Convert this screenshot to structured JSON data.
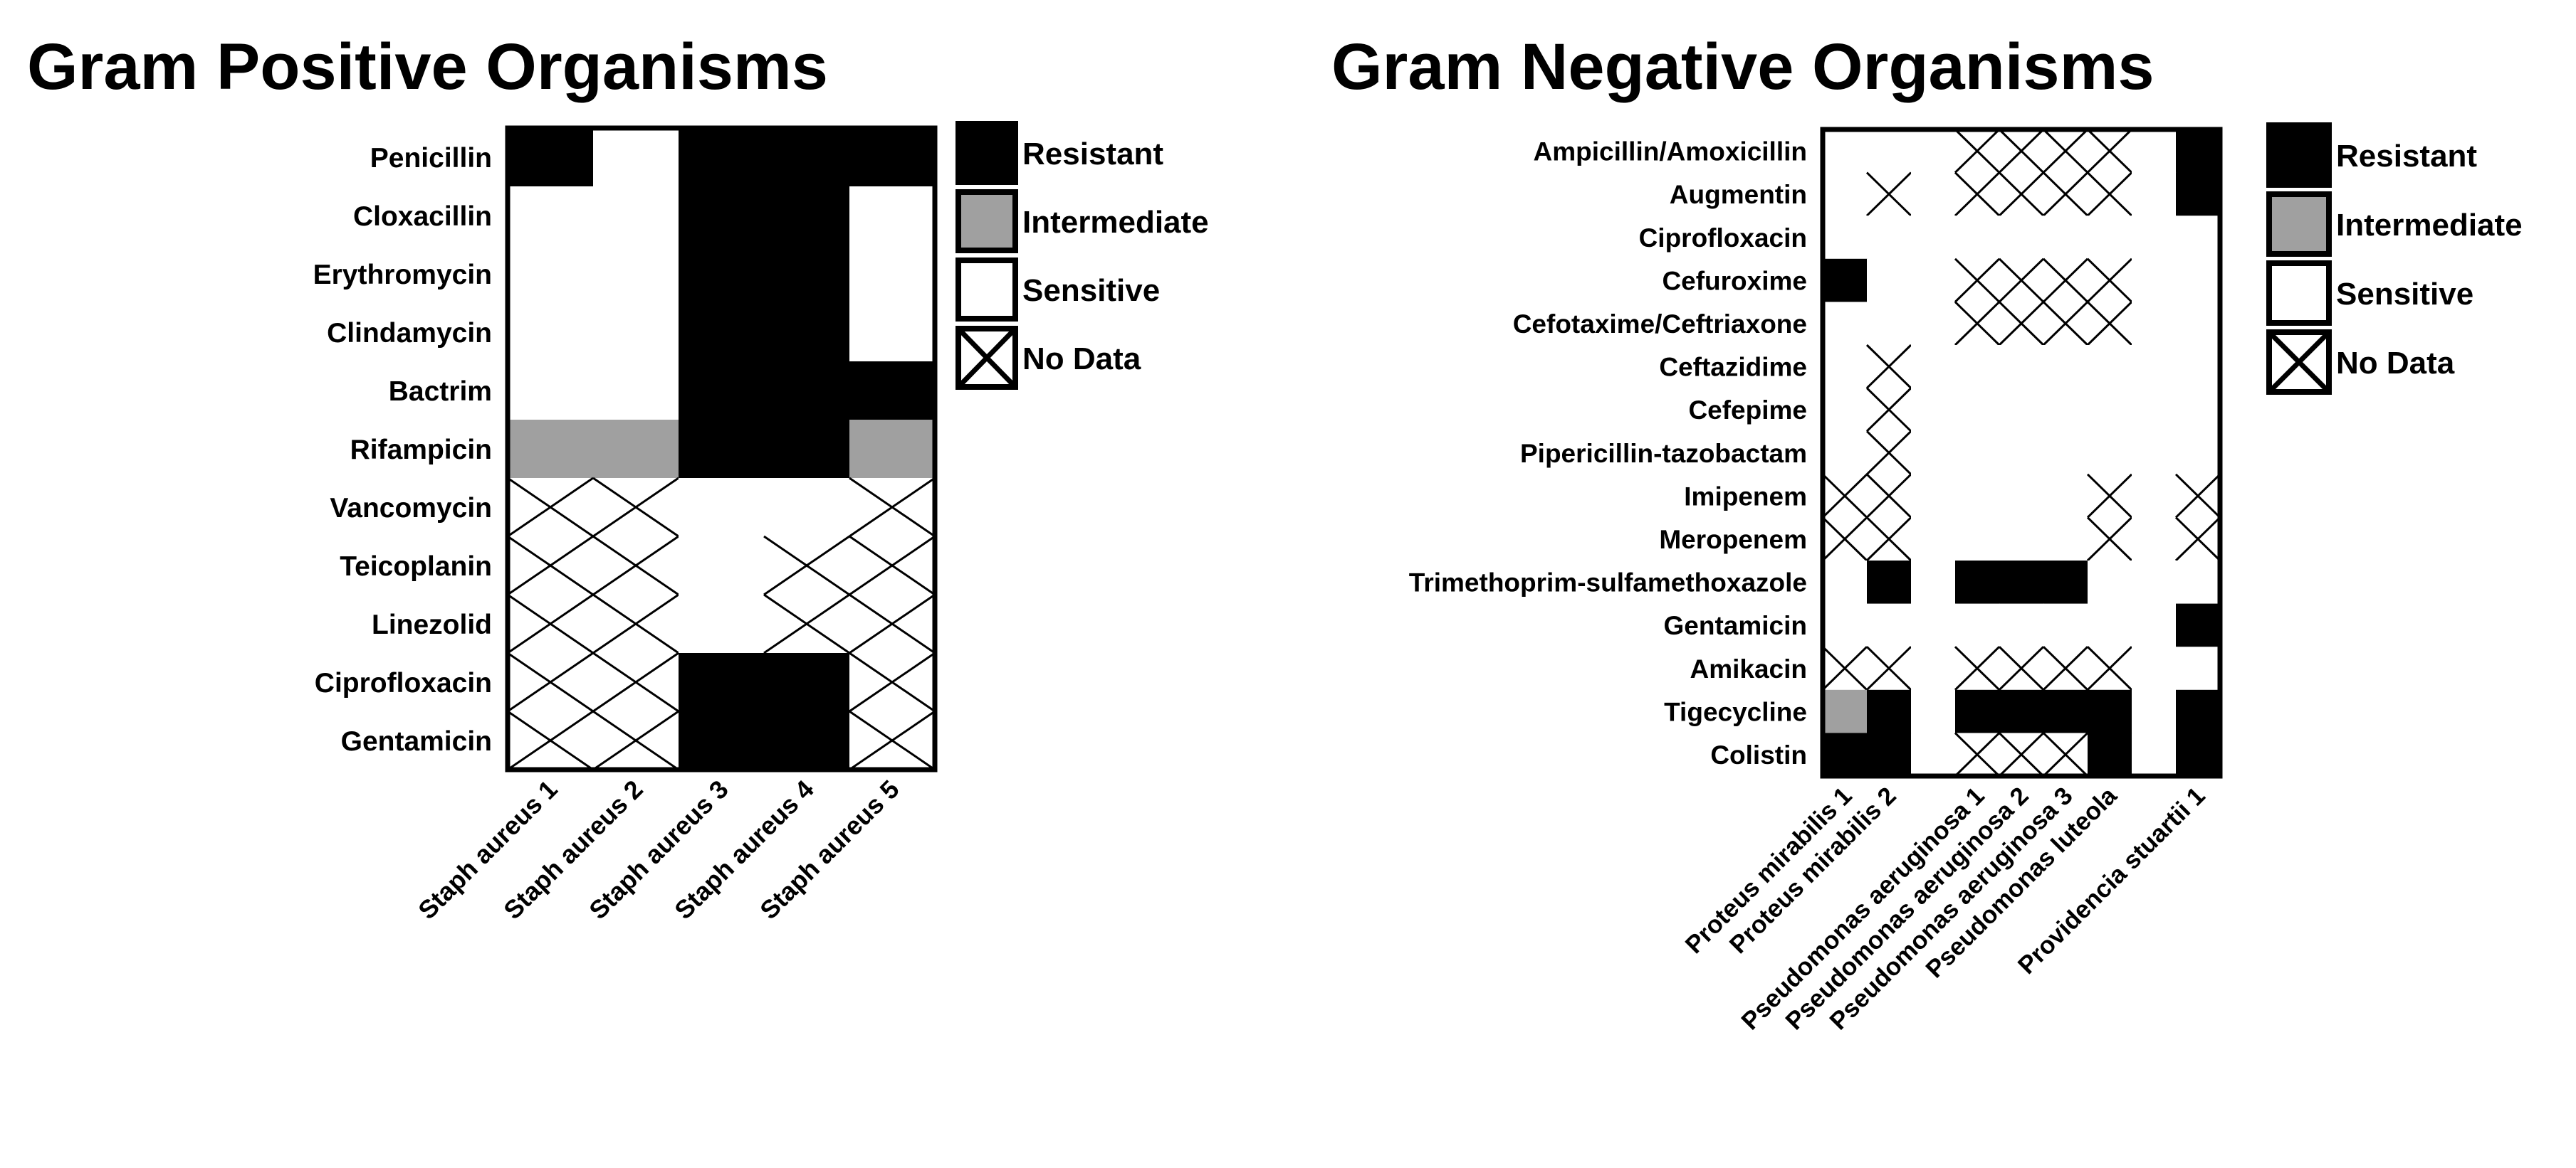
{
  "chart_data": [
    {
      "type": "heatmap",
      "title": "Gram Positive Organisms",
      "rows": [
        "Penicillin",
        "Cloxacillin",
        "Erythromycin",
        "Clindamycin",
        "Bactrim",
        "Rifampicin",
        "Vancomycin",
        "Teicoplanin",
        "Linezolid",
        "Ciprofloxacin",
        "Gentamicin"
      ],
      "columns": [
        "Staph aureus 1",
        "Staph aureus 2",
        "Staph aureus 3",
        "Staph aureus 4",
        "Staph aureus 5"
      ],
      "values": [
        [
          "R",
          "S",
          "R",
          "R",
          "R"
        ],
        [
          "S",
          "S",
          "R",
          "R",
          "S"
        ],
        [
          "S",
          "S",
          "R",
          "R",
          "S"
        ],
        [
          "S",
          "S",
          "R",
          "R",
          "S"
        ],
        [
          "S",
          "S",
          "R",
          "R",
          "R"
        ],
        [
          "I",
          "I",
          "R",
          "R",
          "I"
        ],
        [
          "N",
          "N",
          "S",
          "S",
          "N"
        ],
        [
          "N",
          "N",
          "S",
          "N",
          "N"
        ],
        [
          "N",
          "N",
          "S",
          "N",
          "N"
        ],
        [
          "N",
          "N",
          "R",
          "R",
          "N"
        ],
        [
          "N",
          "N",
          "R",
          "R",
          "N"
        ]
      ],
      "legend": [
        {
          "code": "R",
          "label": "Resistant",
          "color": "#000000"
        },
        {
          "code": "I",
          "label": "Intermediate",
          "color": "#a0a0a0"
        },
        {
          "code": "S",
          "label": "Sensitive",
          "color": "#ffffff"
        },
        {
          "code": "N",
          "label": "No Data",
          "color": "#ffffff"
        }
      ],
      "legend_position": "right"
    },
    {
      "type": "heatmap",
      "title": "Gram Negative Organisms",
      "rows": [
        "Ampicillin/Amoxicillin",
        "Augmentin",
        "Ciprofloxacin",
        "Cefuroxime",
        "Cefotaxime/Ceftriaxone",
        "Ceftazidime",
        "Cefepime",
        "Pipericillin-tazobactam",
        "Imipenem",
        "Meropenem",
        "Trimethoprim-sulfamethoxazole",
        "Gentamicin",
        "Amikacin",
        "Tigecycline",
        "Colistin"
      ],
      "columns": [
        "Proteus mirabilis 1",
        "Proteus mirabilis 2",
        "",
        "Pseudomonas aeruginosa 1",
        "Pseudomonas aeruginosa 2",
        "Pseudomonas aeruginosa 3",
        "Pseudomonas luteola",
        "",
        "Providencia stuartii 1"
      ],
      "values": [
        [
          "S",
          "S",
          "S",
          "N",
          "N",
          "N",
          "N",
          "S",
          "R"
        ],
        [
          "S",
          "N",
          "S",
          "N",
          "N",
          "N",
          "N",
          "S",
          "R"
        ],
        [
          "S",
          "S",
          "S",
          "S",
          "S",
          "S",
          "S",
          "S",
          "S"
        ],
        [
          "R",
          "S",
          "S",
          "N",
          "N",
          "N",
          "N",
          "S",
          "S"
        ],
        [
          "S",
          "S",
          "S",
          "N",
          "N",
          "N",
          "N",
          "S",
          "S"
        ],
        [
          "S",
          "N",
          "S",
          "S",
          "S",
          "S",
          "S",
          "S",
          "S"
        ],
        [
          "S",
          "N",
          "S",
          "S",
          "S",
          "S",
          "S",
          "S",
          "S"
        ],
        [
          "S",
          "N",
          "S",
          "S",
          "S",
          "S",
          "S",
          "S",
          "S"
        ],
        [
          "N",
          "N",
          "S",
          "S",
          "S",
          "S",
          "N",
          "S",
          "N"
        ],
        [
          "N",
          "N",
          "S",
          "S",
          "S",
          "S",
          "N",
          "S",
          "N"
        ],
        [
          "S",
          "R",
          "S",
          "R",
          "R",
          "R",
          "S",
          "S",
          "S"
        ],
        [
          "S",
          "S",
          "S",
          "S",
          "S",
          "S",
          "S",
          "S",
          "R"
        ],
        [
          "N",
          "N",
          "S",
          "N",
          "N",
          "N",
          "N",
          "S",
          "S"
        ],
        [
          "I",
          "R",
          "S",
          "R",
          "R",
          "R",
          "R",
          "S",
          "R"
        ],
        [
          "R",
          "R",
          "S",
          "N",
          "N",
          "N",
          "R",
          "S",
          "R"
        ]
      ],
      "legend": [
        {
          "code": "R",
          "label": "Resistant",
          "color": "#000000"
        },
        {
          "code": "I",
          "label": "Intermediate",
          "color": "#a0a0a0"
        },
        {
          "code": "S",
          "label": "Sensitive",
          "color": "#ffffff"
        },
        {
          "code": "N",
          "label": "No Data",
          "color": "#ffffff"
        }
      ],
      "legend_position": "right"
    }
  ]
}
